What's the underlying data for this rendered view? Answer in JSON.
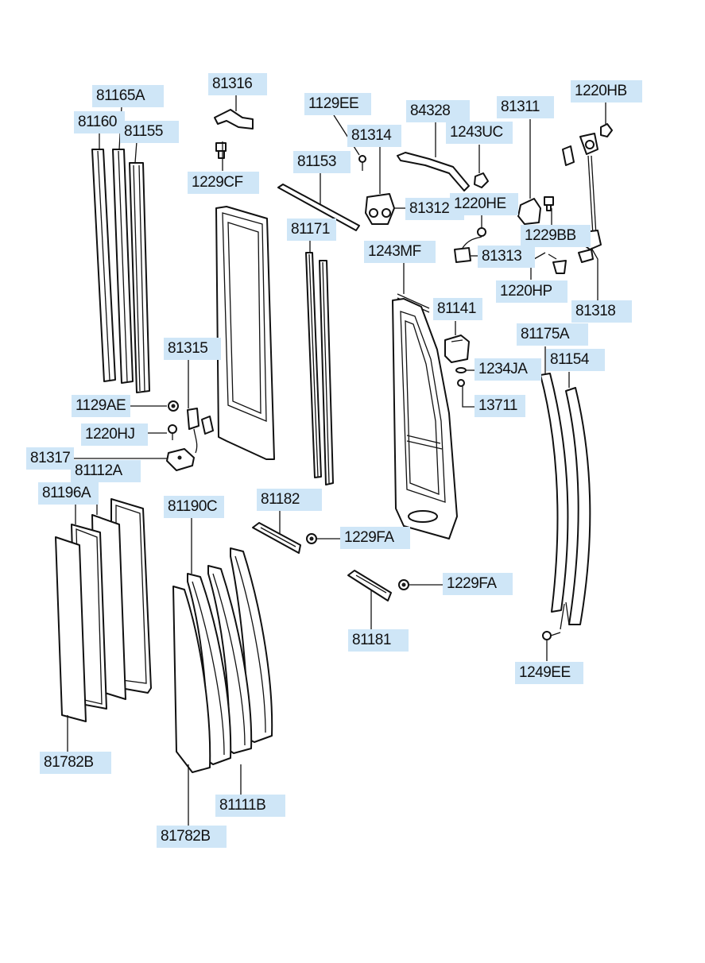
{
  "labels": {
    "l81165A": "81165A",
    "l81160": "81160",
    "l81155": "81155",
    "l81316": "81316",
    "l1229CF": "1229CF",
    "l1129EE": "1129EE",
    "l81314": "81314",
    "l84328": "84328",
    "l1243UC": "1243UC",
    "l81311": "81311",
    "l1220HB": "1220HB",
    "l81153": "81153",
    "l81312": "81312",
    "l1220HE": "1220HE",
    "l1229BB": "1229BB",
    "l81171": "81171",
    "l1243MF": "1243MF",
    "l81313": "81313",
    "l1220HP": "1220HP",
    "l81141": "81141",
    "l81318": "81318",
    "l81175A": "81175A",
    "l81154": "81154",
    "l1234JA": "1234JA",
    "l13711": "13711",
    "l81315": "81315",
    "l1129AE": "1129AE",
    "l1220HJ": "1220HJ",
    "l81317": "81317",
    "l81112A": "81112A",
    "l81196A": "81196A",
    "l81190C": "81190C",
    "l81182": "81182",
    "l1229FA_a": "1229FA",
    "l1229FA_b": "1229FA",
    "l81181": "81181",
    "l1249EE": "1249EE",
    "l81782B_a": "81782B",
    "l81111B": "81111B",
    "l81782B_b": "81782B"
  },
  "colors": {
    "label_background": "#cfe6f7",
    "line": "#111111"
  }
}
